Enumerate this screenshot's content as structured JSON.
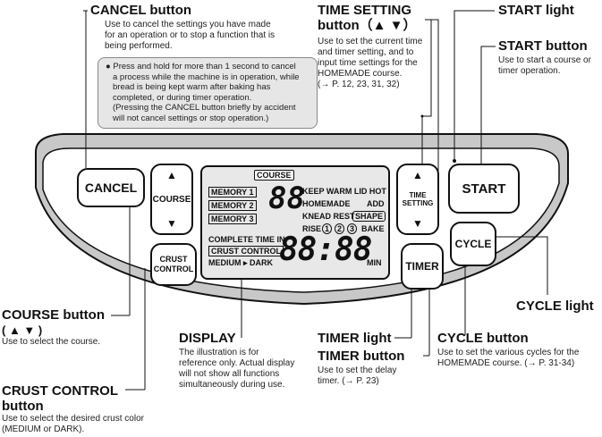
{
  "cancel": {
    "title": "CANCEL button",
    "desc": [
      "Use to cancel the settings you have made",
      "for an operation or to stop a function that is",
      "being performed."
    ],
    "note": [
      "● Press and hold for more than 1 second to cancel",
      "a process while the machine is in operation, while",
      "bread is being kept warm after baking has",
      "completed, or during timer operation.",
      "(Pressing the CANCEL button briefly by accident",
      "will not cancel settings or stop operation.)"
    ]
  },
  "time_setting": {
    "title": "TIME SETTING",
    "title2": "button（▲ ▼）",
    "desc": [
      "Use to set the current time",
      "and timer setting, and to",
      "input time settings for the",
      "HOMEMADE course.",
      "(→ P. 12, 23, 31, 32)"
    ]
  },
  "start_light": {
    "title": "START light"
  },
  "start_button": {
    "title": "START button",
    "desc": [
      "Use to start a course or",
      "timer operation."
    ]
  },
  "course_button": {
    "title": "COURSE button",
    "title2": "( ▲ ▼ )",
    "desc": "Use to select the course."
  },
  "crust_control": {
    "title": "CRUST CONTROL",
    "title2": "button",
    "desc": [
      "Use to select the desired crust color",
      "(MEDIUM or DARK)."
    ]
  },
  "display": {
    "title": "DISPLAY",
    "desc": [
      "The illustration is for",
      "reference only. Actual display",
      "will not show all functions",
      "simultaneously during use."
    ]
  },
  "timer_light": {
    "title": "TIMER light"
  },
  "timer_button": {
    "title": "TIMER button",
    "desc": [
      "Use to set the delay",
      "timer. (→ P. 23)"
    ]
  },
  "cycle_button": {
    "title": "CYCLE button",
    "desc": [
      "Use to set the various cycles for the",
      "HOMEMADE course. (→ P. 31-34)"
    ]
  },
  "cycle_light": {
    "title": "CYCLE light"
  },
  "panel": {
    "cancel": "CANCEL",
    "course": "COURSE",
    "crust": [
      "CRUST",
      "CONTROL"
    ],
    "time": [
      "TIME",
      "SETTING"
    ],
    "start": "START",
    "cycle": "CYCLE",
    "timer": "TIMER",
    "up": "▲",
    "down": "▼"
  },
  "lcd": {
    "course_label": "COURSE",
    "memory": [
      "MEMORY 1",
      "MEMORY 2",
      "MEMORY 3"
    ],
    "big_digits": "88",
    "row1": "KEEP WARM LID HOT",
    "homemade": "HOMEMADE",
    "add": "ADD",
    "knead_rest": "KNEAD REST",
    "shape": "SHAPE",
    "rise": "RISE",
    "rise_nums": [
      "1",
      "2",
      "3"
    ],
    "bake": "BAKE",
    "complete": "COMPLETE TIME IN",
    "crust_control": "CRUST CONTROL",
    "medium_dark": "MEDIUM ▸ DARK",
    "time_digits": "88:88",
    "min": "MIN"
  }
}
